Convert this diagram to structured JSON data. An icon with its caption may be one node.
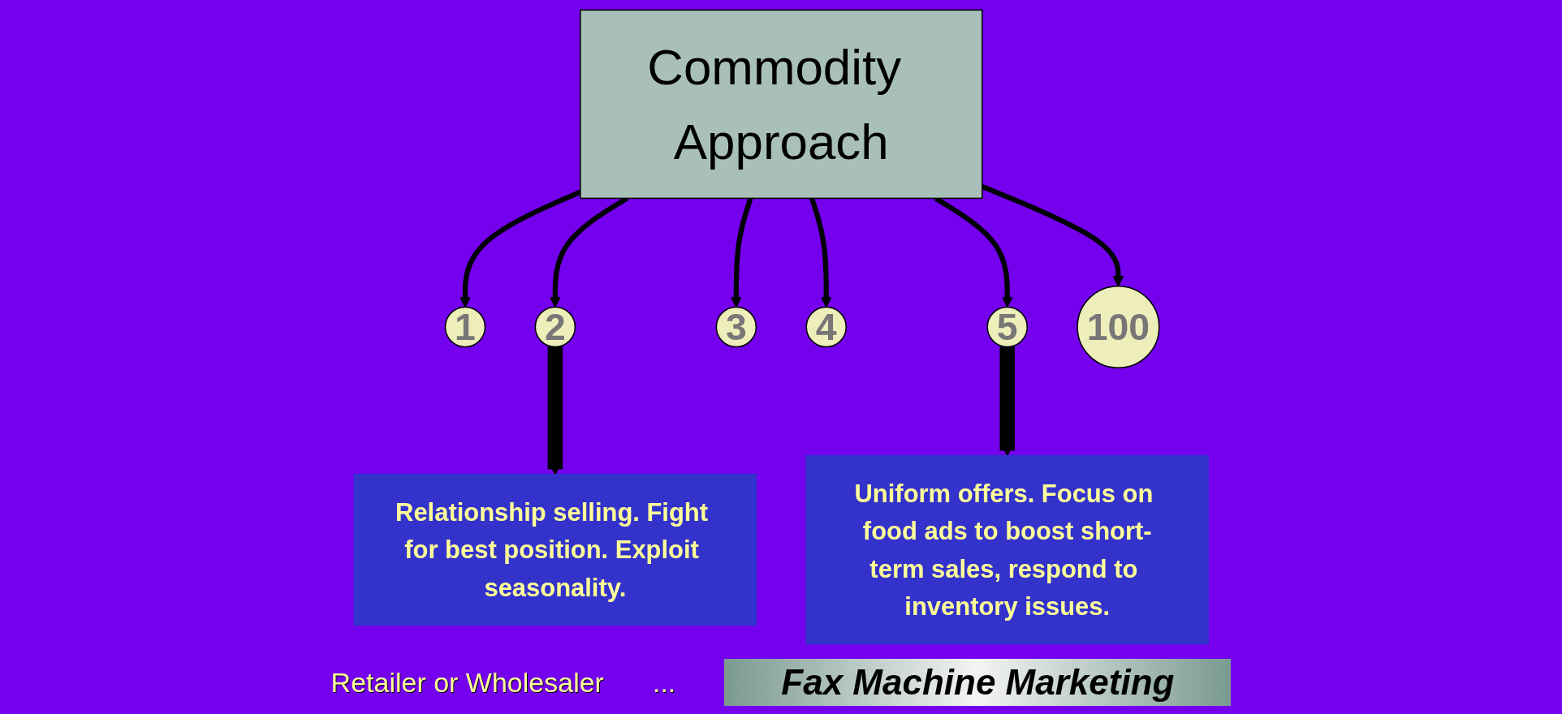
{
  "diagram": {
    "caption": "Fax Machine Marketing",
    "nodes": [
      {
        "text": [
          "Commodity Approach"
        ]
      },
      {
        "text": [
          "Relationship selling. Fight for best position. Exploit seasonality."
        ]
      },
      {
        "text": [
          "Uniform offers. Focus on food ads to boost short-term sales, respond to inventory issues."
        ]
      },
      {
        "text": [
          "1"
        ]
      },
      {
        "text": [
          "2"
        ]
      },
      {
        "text": [
          "3"
        ]
      },
      {
        "text": [
          "4"
        ]
      },
      {
        "text": [
          "5"
        ]
      },
      {
        "text": [
          "100"
        ]
      }
    ],
    "edges": [
      {
        "from": 0,
        "to": 3,
        "arrow": "to"
      },
      {
        "from": 0,
        "to": 4,
        "arrow": "to"
      },
      {
        "from": 0,
        "to": 5,
        "arrow": "to"
      },
      {
        "from": 0,
        "to": 6,
        "arrow": "to"
      },
      {
        "from": 0,
        "to": 7,
        "arrow": "to"
      },
      {
        "from": 0,
        "to": 8,
        "arrow": "to"
      },
      {
        "from": 4,
        "to": 1,
        "arrow": "to",
        "style": "thick"
      },
      {
        "from": 7,
        "to": 2,
        "arrow": "to",
        "style": "thick"
      }
    ],
    "labels": [
      "Retailer or Wholesaler",
      "..."
    ]
  }
}
